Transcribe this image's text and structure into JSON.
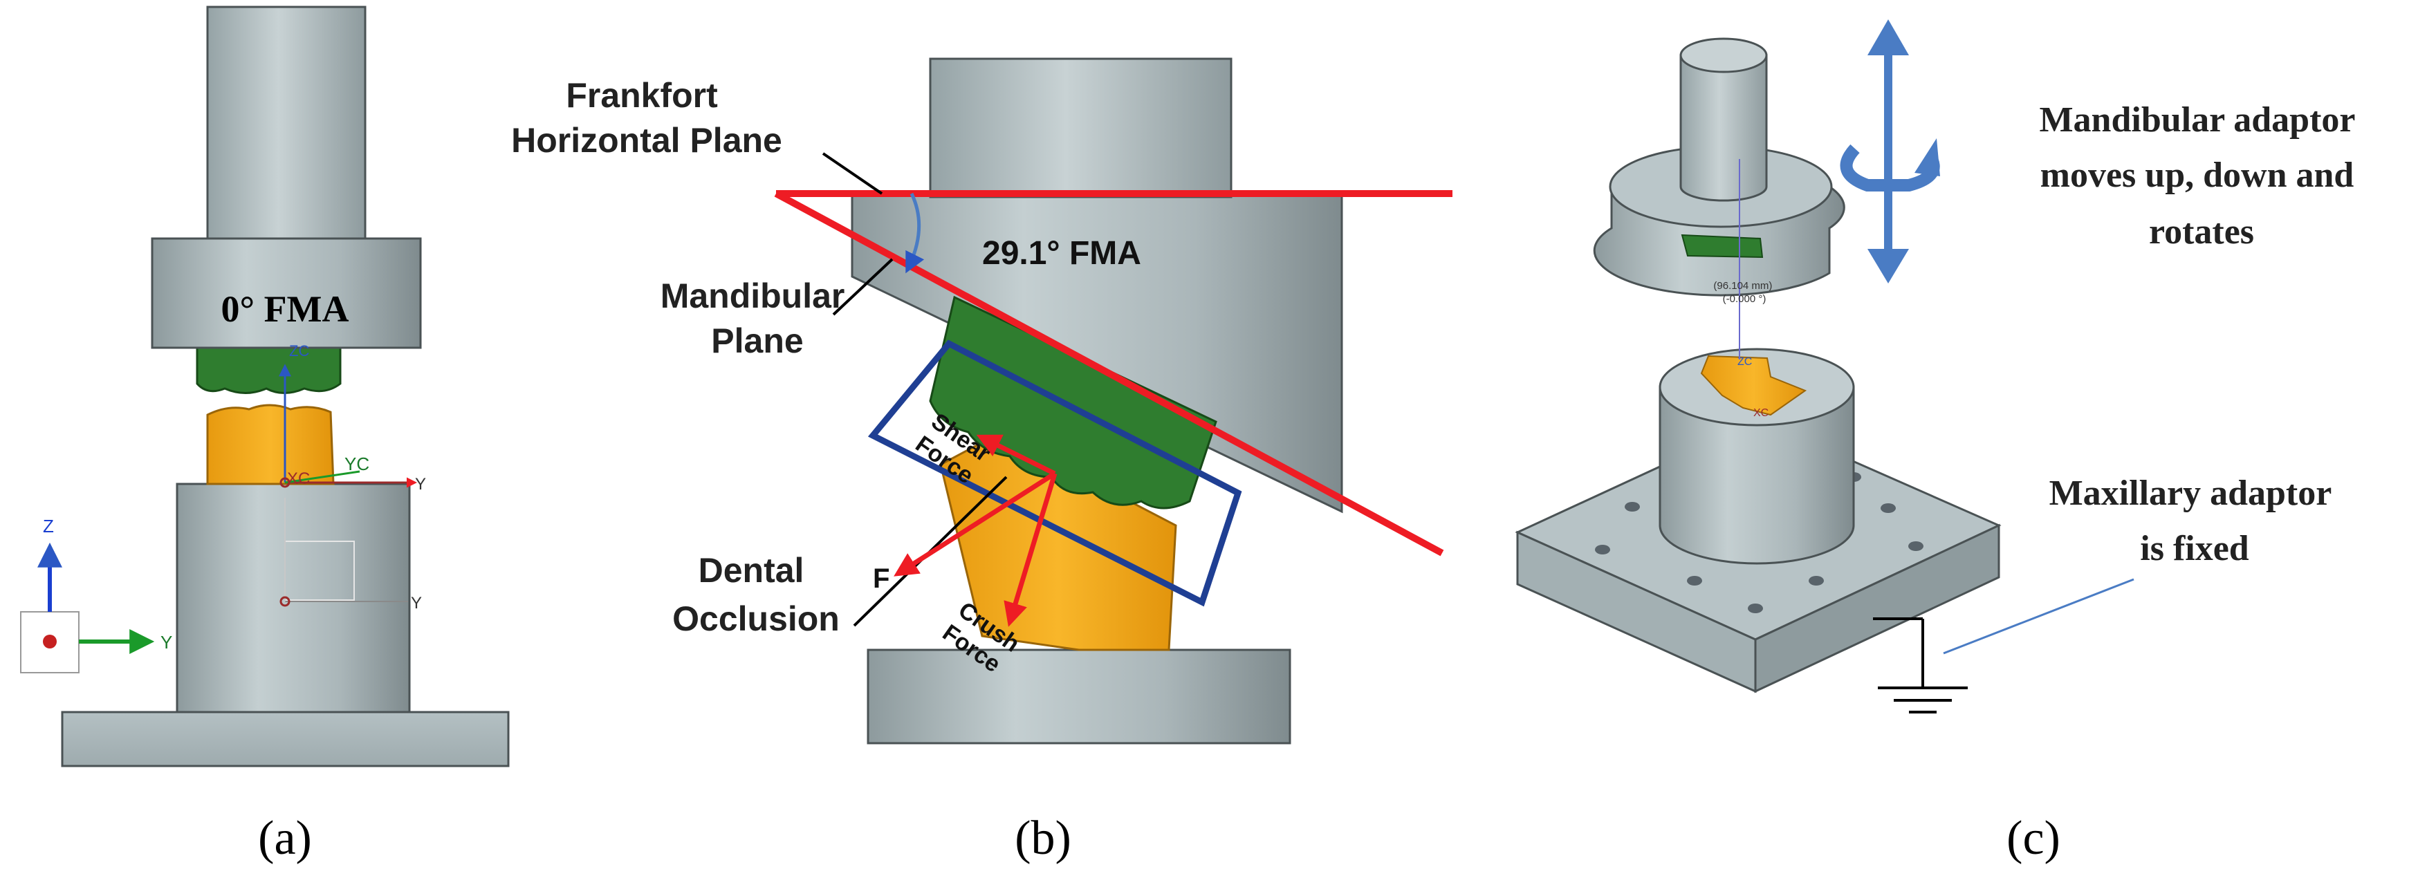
{
  "panel_a": {
    "angle_label": "0° FMA",
    "caption": "(a)",
    "csys": {
      "zc": "ZC",
      "yc": "YC",
      "xc": "XC",
      "y": "Y",
      "z": "Z"
    }
  },
  "panel_b": {
    "frankfort_label": [
      "Frankfort",
      "Horizontal Plane"
    ],
    "mandibular_label": [
      "Mandibular",
      "Plane"
    ],
    "angle_label": "29.1° FMA",
    "dental_label": [
      "Dental",
      "Occlusion"
    ],
    "shear_label": [
      "Shear",
      "Force"
    ],
    "crush_label": [
      "Crush",
      "Force"
    ],
    "f_label": "F",
    "caption": "(b)"
  },
  "panel_c": {
    "mandibular_text": [
      "Mandibular adaptor",
      "moves up, down and",
      "rotates"
    ],
    "maxillary_text": [
      "Maxillary adaptor",
      "is fixed"
    ],
    "dimension": [
      "(96.104 mm)",
      "(-0.000 °)"
    ],
    "zc": "ZC",
    "xc": "XC",
    "caption": "(c)"
  },
  "colors": {
    "steel": "#a6b3b6",
    "green": "#2f7d2f",
    "orange": "#f2a81c",
    "red": "#ee1c24",
    "blue_frame": "#1f3f93",
    "arrow_blue": "#4a7cc4"
  }
}
